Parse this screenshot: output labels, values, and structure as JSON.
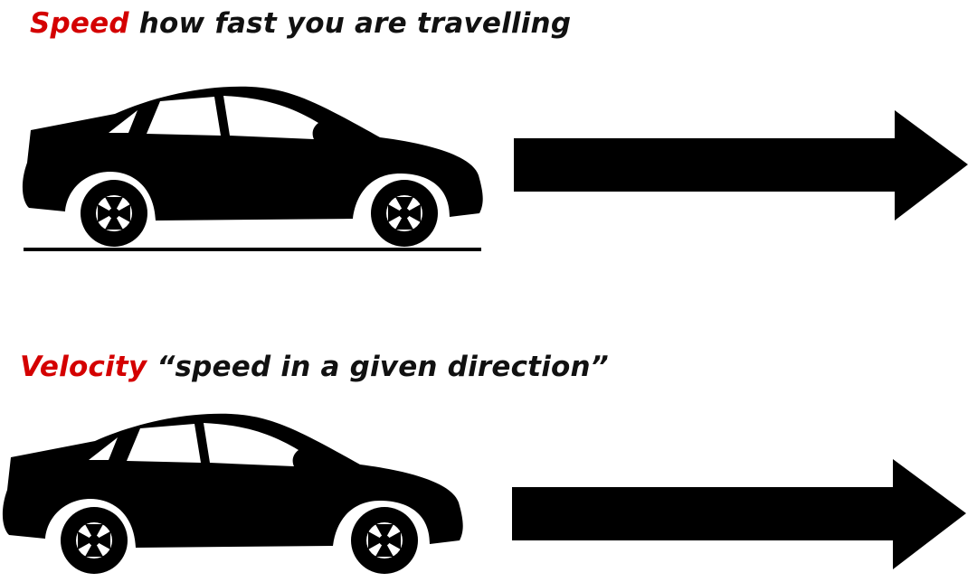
{
  "speed": {
    "term": "Speed",
    "definition": "how fast you are travelling",
    "term_color": "#d40000"
  },
  "velocity": {
    "term": "Velocity",
    "definition": "“speed in a given direction”",
    "term_color": "#d40000"
  },
  "icons": [
    "car-icon",
    "right-arrow-icon"
  ],
  "ink_color": "#000000"
}
